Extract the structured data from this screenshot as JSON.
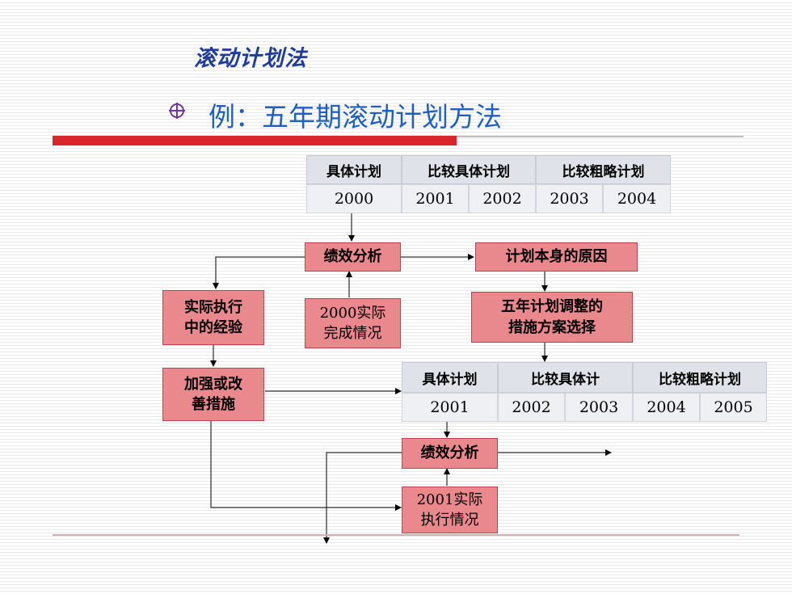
{
  "header": {
    "title": "滚动计划法",
    "subtitle": "例：五年期滚动计划方法",
    "bullet_icon": "circle-cross-icon"
  },
  "table1": {
    "headers": [
      "具体计划",
      "比较具体计划",
      "比较粗略计划"
    ],
    "years": [
      "2000",
      "2001",
      "2002",
      "2003",
      "2004"
    ]
  },
  "table2": {
    "headers": [
      "具体计划",
      "比较具体计",
      "比较粗略计划"
    ],
    "years": [
      "2001",
      "2002",
      "2003",
      "2004",
      "2005"
    ]
  },
  "boxes": {
    "performance_analysis_1": "绩效分析",
    "plan_reasons": "计划本身的原因",
    "actual_experience": "实际执行\n中的经验",
    "actual_2000": "2000实际\n完成情况",
    "adjust_options": "五年计划调整的\n措施方案选择",
    "strengthen": "加强或改\n善措施",
    "performance_analysis_2": "绩效分析",
    "actual_2001": "2001实际\n执行情况"
  },
  "colors": {
    "box_fill": "#e9888d",
    "title_blue": "#1f3b9c",
    "subtitle_blue": "#1f5fbf",
    "accent_red": "#d8262c"
  }
}
